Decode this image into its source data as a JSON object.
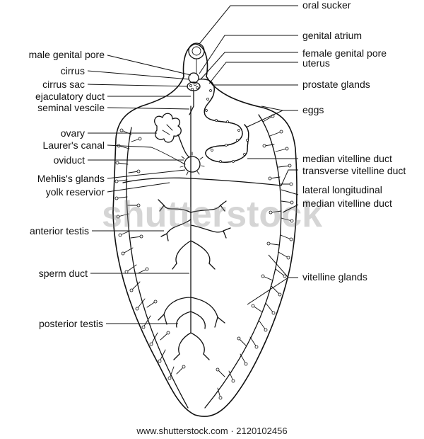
{
  "labels": {
    "right": {
      "oral_sucker": "oral sucker",
      "genital_atrium": "genital atrium",
      "female_genital_pore": "female genital pore",
      "uterus": "uterus",
      "prostate_glands": "prostate glands",
      "eggs": "eggs",
      "median_vitelline_duct": "median vitelline duct",
      "transverse_vitelline_duct": "transverse vitelline duct",
      "lateral_longitudinal": "lateral longitudinal",
      "median_vitelline_duct_2": "median vitelline duct",
      "vitelline_glands": "vitelline glands"
    },
    "left": {
      "male_genital_pore": "male genital pore",
      "cirrus": "cirrus",
      "cirrus_sac": "cirrus sac",
      "ejaculatory_duct": "ejaculatory duct",
      "seminal_vescile": "seminal vescile",
      "ovary": "ovary",
      "laurers_canal": "Laurer's canal",
      "oviduct": "oviduct",
      "mehliss_glands": "Mehlis's glands",
      "yolk_reservior": "yolk reservior",
      "anterior_testis": "anterior testis",
      "sperm_duct": "sperm duct",
      "posterior_testis": "posterior testis"
    }
  },
  "watermark": "shutterstock",
  "footer": "www.shutterstock.com · 2120102456"
}
